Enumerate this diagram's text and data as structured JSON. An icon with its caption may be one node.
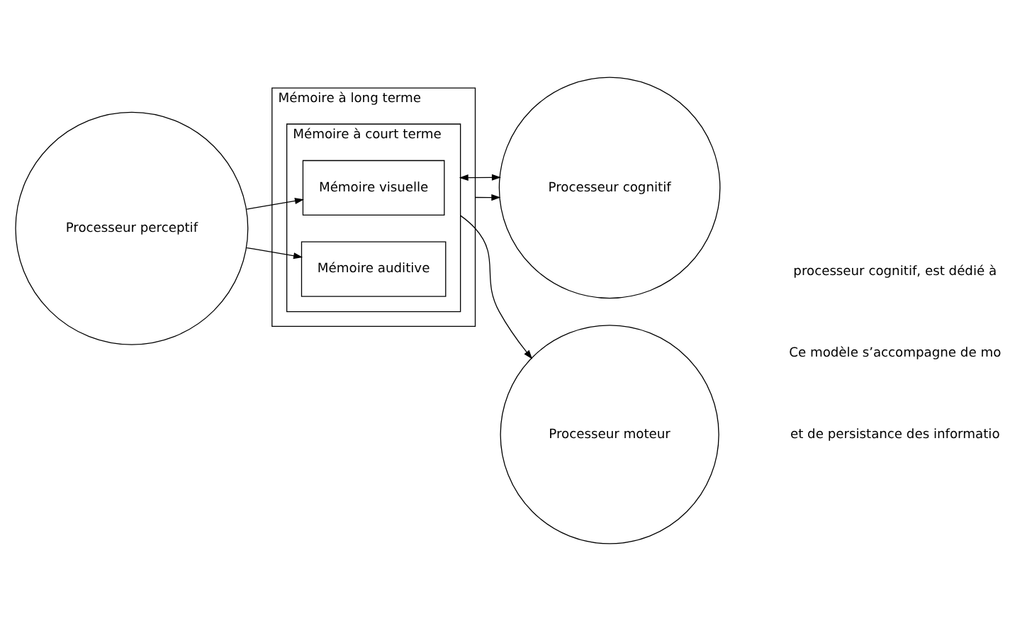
{
  "diagram": {
    "nodes": [
      {
        "text": [
          "Mémoire à long terme"
        ]
      },
      {
        "text": [
          "Mémoire à court terme"
        ],
        "in": 0
      },
      {
        "text": [
          "Mémoire visuelle"
        ],
        "in": 1
      },
      {
        "text": [
          "Mémoire auditive"
        ],
        "in": 1
      },
      {
        "text": [
          "Processeur cognitif"
        ]
      },
      {
        "text": [
          "Processeur moteur"
        ]
      },
      {
        "text": [
          "Processeur perceptif"
        ]
      }
    ],
    "edges": [
      {
        "from": 0,
        "to": 4,
        "arrow": "to"
      },
      {
        "from": 1,
        "to": 4,
        "arrow": "both"
      },
      {
        "from": 1,
        "to": 5,
        "arrow": "to"
      },
      {
        "from": 6,
        "to": 2,
        "arrow": "to"
      },
      {
        "from": 6,
        "to": 3,
        "arrow": "to"
      }
    ],
    "labels": [
      "processeur cognitif, est dédié à",
      "Ce modèle s’accompagne de mo",
      "et de persistance des informatio"
    ]
  }
}
